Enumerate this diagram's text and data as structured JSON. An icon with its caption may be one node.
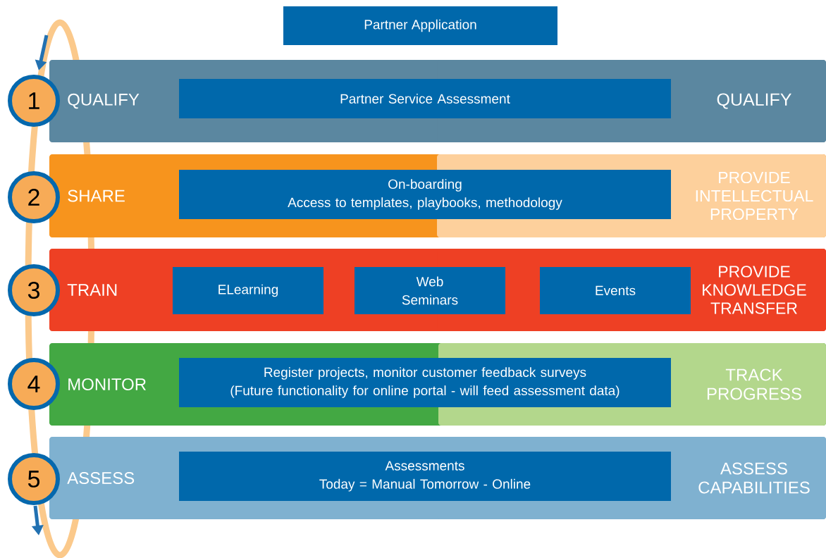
{
  "diagram": {
    "nodes": [
      {
        "text": [
          "Partner Application"
        ]
      },
      {
        "text": [
          "QUALIFY",
          "QUALIFY"
        ]
      },
      {
        "text": [
          "Partner Service Assessment"
        ],
        "in": 1
      },
      {
        "text": [
          "SHARE",
          "PROVIDE INTELLECTUAL PROPERTY"
        ]
      },
      {
        "text": [
          "On-boarding",
          "Access to templates, playbooks, methodology"
        ],
        "in": 3
      },
      {
        "text": [
          "TRAIN",
          "PROVIDE KNOWLEDGE TRANSFER"
        ]
      },
      {
        "text": [
          "ELearning"
        ],
        "in": 5
      },
      {
        "text": [
          "Web Seminars"
        ],
        "in": 5
      },
      {
        "text": [
          "Events"
        ],
        "in": 5
      },
      {
        "text": [
          "MONITOR",
          "TRACK PROGRESS"
        ]
      },
      {
        "text": [
          "Register projects, monitor customer feedback surveys",
          "(Future functionality for online portal - will feed assessment data)"
        ],
        "in": 9
      },
      {
        "text": [
          "ASSESS",
          "ASSESS CAPABILITIES"
        ]
      },
      {
        "text": [
          "Assessments",
          "Today = Manual Tomorrow - Online"
        ],
        "in": 11
      },
      {
        "text": [
          "1"
        ]
      },
      {
        "text": [
          "2"
        ]
      },
      {
        "text": [
          "3"
        ]
      },
      {
        "text": [
          "4"
        ]
      },
      {
        "text": [
          "5"
        ]
      }
    ]
  }
}
